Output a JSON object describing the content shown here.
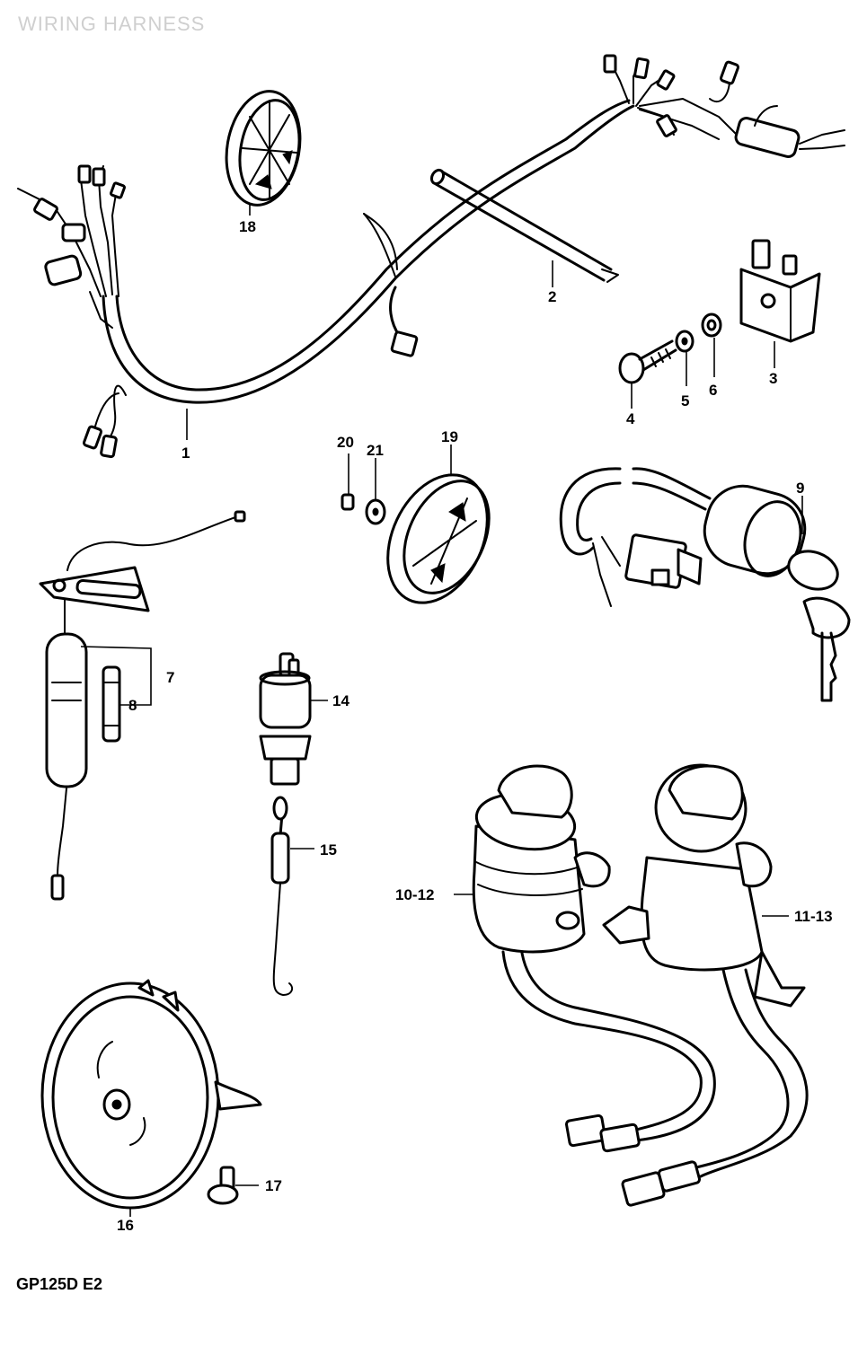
{
  "diagram": {
    "title": "WIRING HARNESS",
    "model_code": "GP125D E2",
    "callouts": {
      "c1": "1",
      "c2": "2",
      "c3": "3",
      "c4": "4",
      "c5": "5",
      "c6": "6",
      "c7": "7",
      "c8": "8",
      "c9": "9",
      "c10_12": "10-12",
      "c11_13": "11-13",
      "c14": "14",
      "c15": "15",
      "c16": "16",
      "c17": "17",
      "c18": "18",
      "c19": "19",
      "c20": "20",
      "c21": "21"
    }
  }
}
